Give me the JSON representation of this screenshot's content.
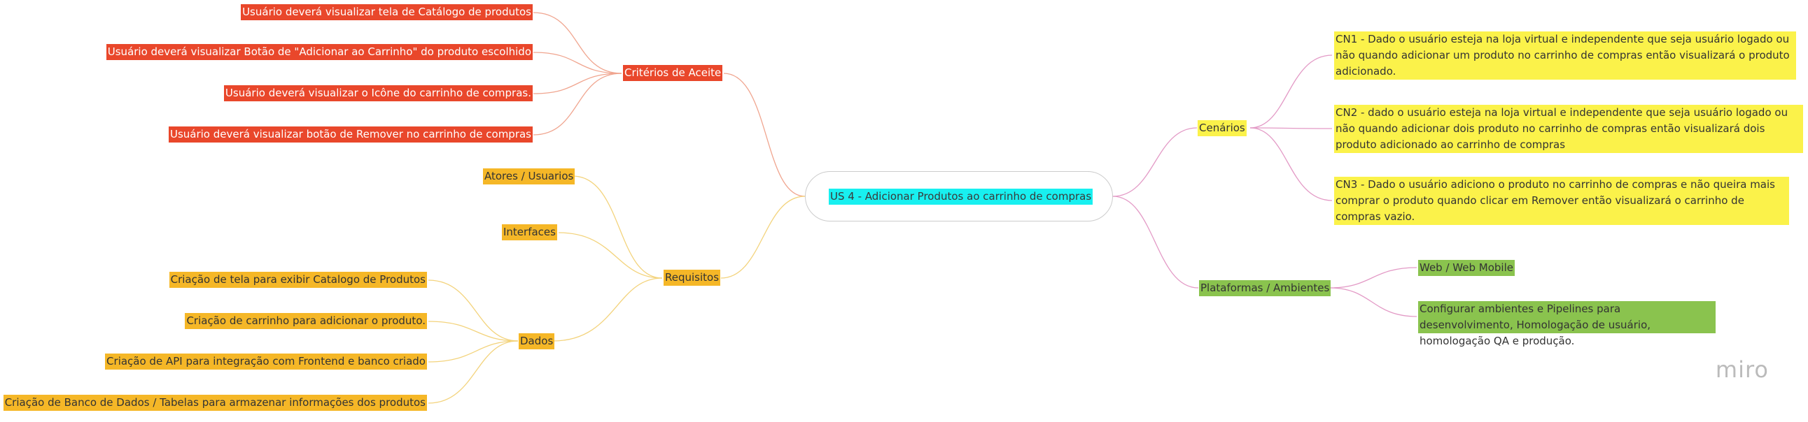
{
  "root": {
    "label": "US 4 - Adicionar Produtos ao carrinho de compras"
  },
  "criterios": {
    "label": "Critérios de Aceite",
    "items": [
      "Usuário deverá visualizar tela de Catálogo de produtos",
      "Usuário deverá visualizar Botão de \"Adicionar ao Carrinho\" do produto escolhido",
      "Usuário deverá visualizar o Icône do carrinho de compras.",
      "Usuário deverá visualizar botão de Remover no carrinho de compras"
    ]
  },
  "requisitos": {
    "label": "Requisitos",
    "atores": "Atores / Usuarios",
    "interfaces": "Interfaces",
    "dados": {
      "label": "Dados",
      "items": [
        "Criação de tela para exibir Catalogo de Produtos",
        "Criação de carrinho para adicionar o produto.",
        "Criação de API para integração com Frontend e banco criado",
        "Criação de Banco de Dados / Tabelas para armazenar informações dos produtos"
      ]
    }
  },
  "cenarios": {
    "label": "Cenários",
    "items": [
      "CN1 - Dado o usuário esteja na loja virtual e independente que seja usuário logado ou não quando adicionar um produto no carrinho de compras então visualizará o produto adicionado.",
      "CN2 - dado o usuário esteja na loja virtual e independente que seja usuário logado ou não quando adicionar dois produto no carrinho de compras então visualizará dois produto adicionado ao carrinho de compras",
      "CN3 - Dado o usuário adiciono o produto no carrinho de compras e não queira mais comprar o produto quando clicar em Remover então visualizará o carrinho de compras vazio."
    ]
  },
  "plataformas": {
    "label": "Plataformas / Ambientes",
    "items": [
      "Web / Web Mobile",
      "Configurar ambientes e Pipelines para desenvolvimento, Homologação de usuário, homologação QA e produção."
    ]
  },
  "brand": "miro",
  "colors": {
    "criterios": "#e9472b",
    "requisitos": "#f5b727",
    "cenarios": "#fbf24a",
    "plataformas": "#8ac34e",
    "root": "#18f0f0",
    "link_red": "#f0a58f",
    "link_orange": "#f3d37c",
    "link_pink": "#e39ac6"
  }
}
